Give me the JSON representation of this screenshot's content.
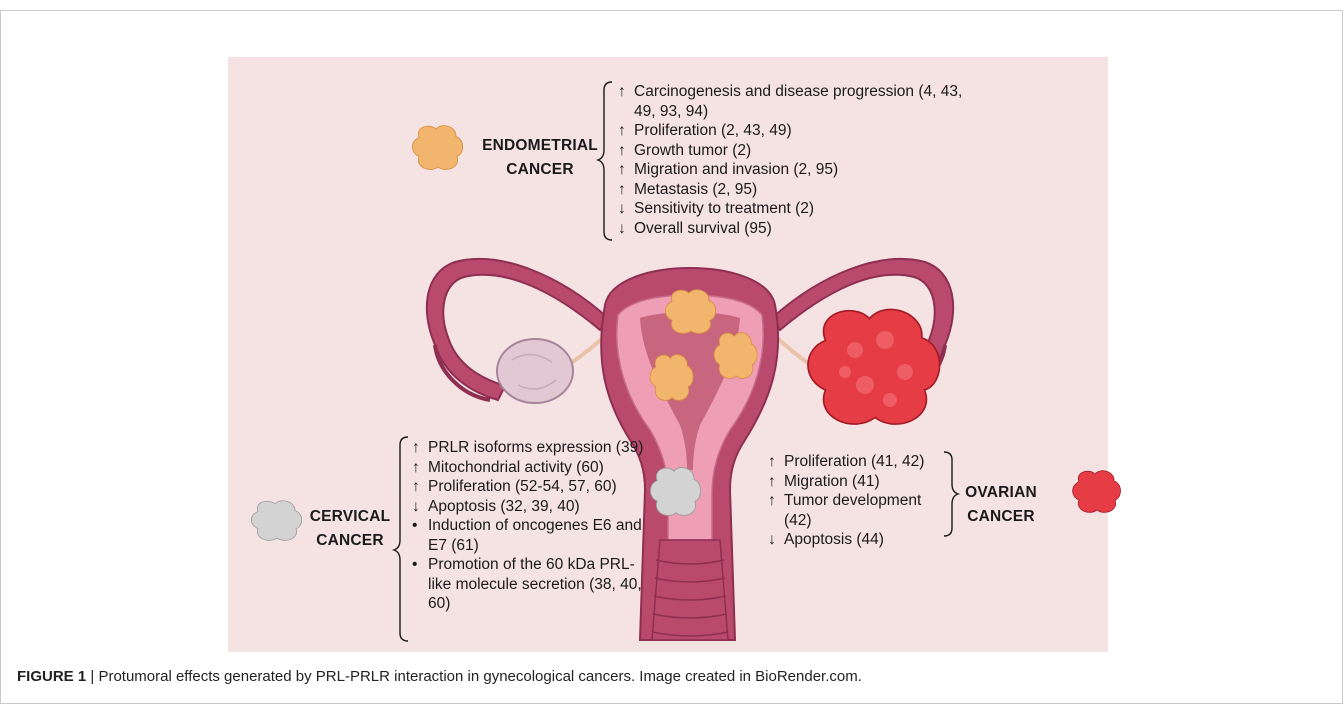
{
  "labels": {
    "endometrial": "ENDOMETRIAL\nCANCER",
    "cervical": "CERVICAL\nCANCER",
    "ovarian": "OVARIAN\nCANCER"
  },
  "endometrial_effects": [
    {
      "marker": "↑",
      "text": "Carcinogenesis and disease progression (4, 43, 49, 93, 94)"
    },
    {
      "marker": "↑",
      "text": "Proliferation (2, 43, 49)"
    },
    {
      "marker": "↑",
      "text": "Growth tumor (2)"
    },
    {
      "marker": "↑",
      "text": "Migration and invasion (2, 95)"
    },
    {
      "marker": "↑",
      "text": "Metastasis (2, 95)"
    },
    {
      "marker": "↓",
      "text": "Sensitivity to treatment (2)"
    },
    {
      "marker": "↓",
      "text": "Overall survival (95)"
    }
  ],
  "cervical_effects": [
    {
      "marker": "↑",
      "text": "PRLR isoforms expression (39)"
    },
    {
      "marker": "↑",
      "text": "Mitochondrial activity (60)"
    },
    {
      "marker": "↑",
      "text": "Proliferation (52-54, 57, 60)"
    },
    {
      "marker": "↓",
      "text": "Apoptosis (32, 39, 40)"
    },
    {
      "marker": "•",
      "text": "Induction of oncogenes E6 and E7 (61)"
    },
    {
      "marker": "•",
      "text": "Promotion of the 60 kDa PRL-like molecule secretion (38, 40, 60)"
    }
  ],
  "ovarian_effects": [
    {
      "marker": "↑",
      "text": "Proliferation (41, 42)"
    },
    {
      "marker": "↑",
      "text": "Migration (41)"
    },
    {
      "marker": "↑",
      "text": "Tumor development (42)"
    },
    {
      "marker": "↓",
      "text": "Apoptosis (44)"
    }
  ],
  "caption": {
    "label": "FIGURE 1",
    "separator": "|",
    "text": "Protumoral effects generated by PRL-PRLR interaction in gynecological cancers. Image created in BioRender.com."
  },
  "colors": {
    "background": "#f5e3e3",
    "uterus_outer": "#b94a6e",
    "uterus_inner": "#ee9fb5",
    "endometrial_tumor": "#f2b56e",
    "cervical_tumor": "#d3d3d3",
    "ovarian_tumor": "#e53c45",
    "ovary": "#e2c8d2"
  }
}
